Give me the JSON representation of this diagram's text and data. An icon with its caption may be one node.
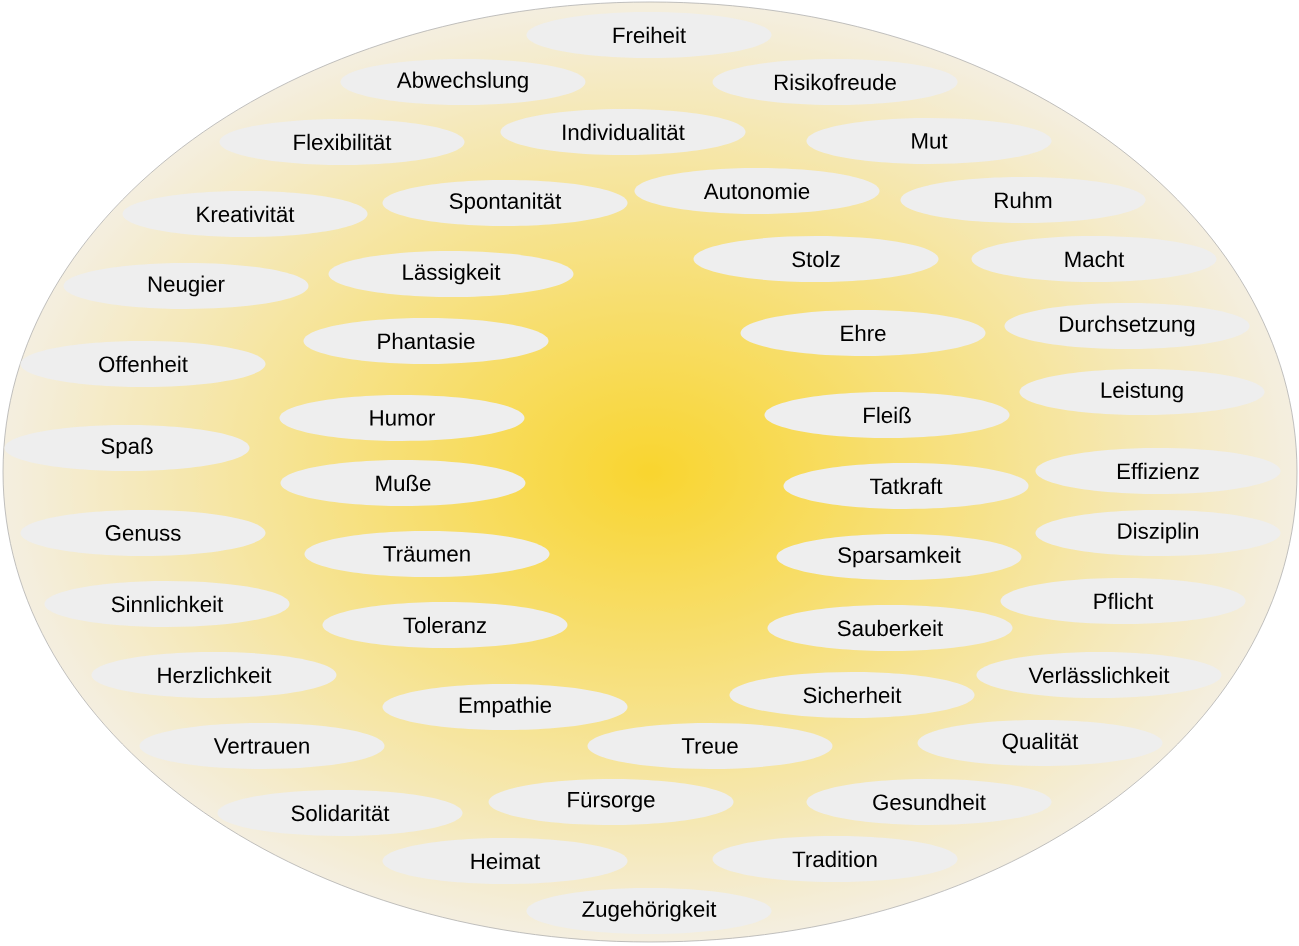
{
  "diagram": {
    "nodes": [
      {
        "text": [
          "Freiheit"
        ]
      },
      {
        "text": [
          "Abwechslung"
        ]
      },
      {
        "text": [
          "Risikofreude"
        ]
      },
      {
        "text": [
          "Individualität"
        ]
      },
      {
        "text": [
          "Flexibilität"
        ]
      },
      {
        "text": [
          "Mut"
        ]
      },
      {
        "text": [
          "Autonomie"
        ]
      },
      {
        "text": [
          "Spontanität"
        ]
      },
      {
        "text": [
          "Ruhm"
        ]
      },
      {
        "text": [
          "Kreativität"
        ]
      },
      {
        "text": [
          "Stolz"
        ]
      },
      {
        "text": [
          "Macht"
        ]
      },
      {
        "text": [
          "Lässigkeit"
        ]
      },
      {
        "text": [
          "Neugier"
        ]
      },
      {
        "text": [
          "Ehre"
        ]
      },
      {
        "text": [
          "Durchsetzung"
        ]
      },
      {
        "text": [
          "Phantasie"
        ]
      },
      {
        "text": [
          "Offenheit"
        ]
      },
      {
        "text": [
          "Leistung"
        ]
      },
      {
        "text": [
          "Humor"
        ]
      },
      {
        "text": [
          "Fleiß"
        ]
      },
      {
        "text": [
          "Spaß"
        ]
      },
      {
        "text": [
          "Effizienz"
        ]
      },
      {
        "text": [
          "Muße"
        ]
      },
      {
        "text": [
          "Tatkraft"
        ]
      },
      {
        "text": [
          "Genuss"
        ]
      },
      {
        "text": [
          "Disziplin"
        ]
      },
      {
        "text": [
          "Träumen"
        ]
      },
      {
        "text": [
          "Sparsamkeit"
        ]
      },
      {
        "text": [
          "Sinnlichkeit"
        ]
      },
      {
        "text": [
          "Pflicht"
        ]
      },
      {
        "text": [
          "Toleranz"
        ]
      },
      {
        "text": [
          "Sauberkeit"
        ]
      },
      {
        "text": [
          "Herzlichkeit"
        ]
      },
      {
        "text": [
          "Verlässlichkeit"
        ]
      },
      {
        "text": [
          "Sicherheit"
        ]
      },
      {
        "text": [
          "Empathie"
        ]
      },
      {
        "text": [
          "Vertrauen"
        ]
      },
      {
        "text": [
          "Treue"
        ]
      },
      {
        "text": [
          "Qualität"
        ]
      },
      {
        "text": [
          "Fürsorge"
        ]
      },
      {
        "text": [
          "Gesundheit"
        ]
      },
      {
        "text": [
          "Solidarität"
        ]
      },
      {
        "text": [
          "Heimat"
        ]
      },
      {
        "text": [
          "Tradition"
        ]
      },
      {
        "text": [
          "Zugehörigkeit"
        ]
      }
    ]
  }
}
